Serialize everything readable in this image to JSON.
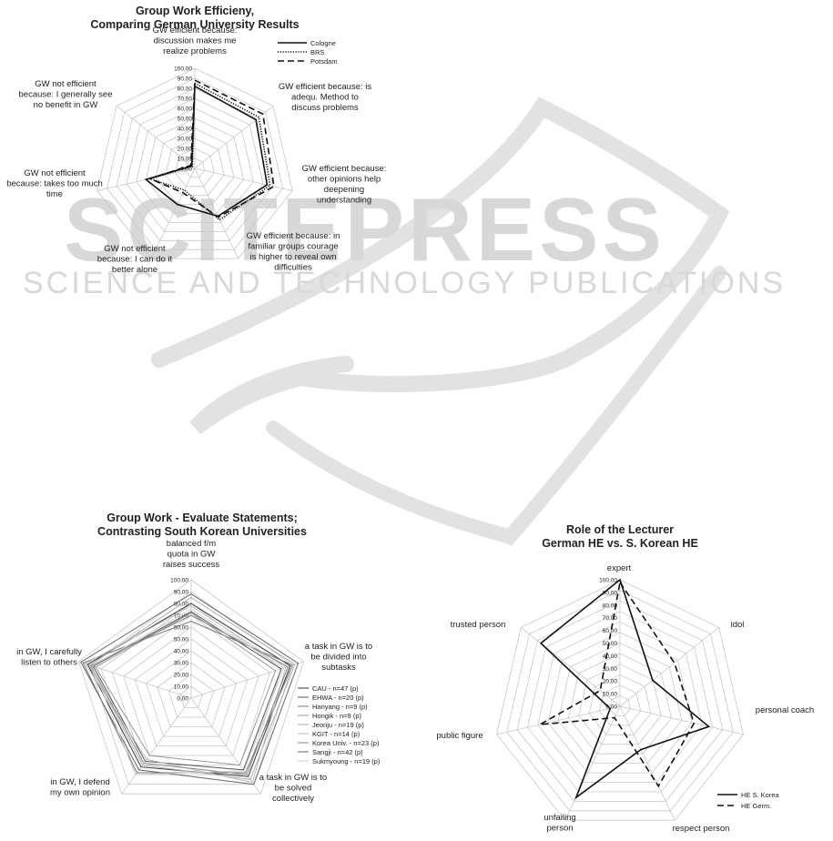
{
  "watermark": {
    "line1": "SCITEPRESS",
    "line2": "SCIENCE AND TECHNOLOGY PUBLICATIONS"
  },
  "chart_data": [
    {
      "type": "radar",
      "title": "Group Work Efficieny,",
      "subtitle": "Comparing German University Results",
      "axes": [
        [
          "GW efficient because:",
          "discussion makes me",
          "realize problems"
        ],
        [
          "GW efficient because: is",
          "adequ. Method to",
          "discuss problems"
        ],
        [
          "GW efficient because:",
          "other opinions help",
          "deepening",
          "understanding"
        ],
        [
          "GW efficient because: in",
          "familiar groups courage",
          "is higher to reveal own",
          "difficulties"
        ],
        [
          "GW not efficient",
          "because: I can do it",
          "better alone"
        ],
        [
          "GW not efficient",
          "because: takes too much",
          "time"
        ],
        [
          "GW not efficient",
          "because: I generally see",
          "no benefit in GW"
        ]
      ],
      "ticks": [
        "0,00",
        "10,00",
        "20,00",
        "30,00",
        "40,00",
        "50,00",
        "60,00",
        "70,00",
        "80,00",
        "90,00",
        "100,00"
      ],
      "range": [
        0,
        100
      ],
      "legend_position": "top-right",
      "series": [
        {
          "name": "Cologne",
          "style": "solid",
          "values": [
            82,
            78,
            74,
            53,
            40,
            50,
            4
          ]
        },
        {
          "name": "BRS",
          "style": "dotted",
          "values": [
            85,
            82,
            77,
            57,
            24,
            46,
            3
          ]
        },
        {
          "name": "Potsdam",
          "style": "dashed",
          "values": [
            88,
            87,
            81,
            54,
            27,
            46,
            5
          ]
        }
      ]
    },
    {
      "type": "radar",
      "title": "Group Work - Evaluate Statements;",
      "subtitle": "Contrasting South Korean Universities",
      "axes": [
        [
          "balanced f/m",
          "quota in GW",
          "raises success"
        ],
        [
          "a task in GW is to",
          "be divided into",
          "subtasks"
        ],
        [
          "a task in GW is to",
          "be solved",
          "collectively"
        ],
        [
          "in GW, I defend",
          "my own opinion"
        ],
        [
          "in GW, I carefully",
          "listen to others"
        ]
      ],
      "ticks": [
        "0,00",
        "10,00",
        "20,00",
        "30,00",
        "40,00",
        "50,00",
        "60,00",
        "70,00",
        "80,00",
        "90,00",
        "100,00"
      ],
      "range": [
        0,
        100
      ],
      "legend_position": "right",
      "series": [
        {
          "name": "CAU - n=47 (p)",
          "values": [
            80,
            88,
            82,
            72,
            92
          ]
        },
        {
          "name": "EHWA - n=20 (p)",
          "values": [
            73,
            80,
            75,
            66,
            87
          ]
        },
        {
          "name": "Hanyang - n=9 (p)",
          "values": [
            65,
            90,
            78,
            78,
            96
          ]
        },
        {
          "name": "Hongik - n=9 (p)",
          "values": [
            72,
            75,
            70,
            60,
            85
          ]
        },
        {
          "name": "Jeonju - n=19 (p)",
          "values": [
            85,
            92,
            85,
            70,
            90
          ]
        },
        {
          "name": "KGIT - n=14 (p)",
          "values": [
            78,
            84,
            88,
            64,
            94
          ]
        },
        {
          "name": "Korea Univ. - n=23 (p)",
          "values": [
            70,
            86,
            80,
            68,
            89
          ]
        },
        {
          "name": "Sangji - n=42 (p)",
          "values": [
            88,
            95,
            90,
            75,
            98
          ]
        },
        {
          "name": "Sukmyoung - n=19 (p)",
          "values": [
            75,
            82,
            76,
            80,
            88
          ]
        }
      ]
    },
    {
      "type": "radar",
      "title": "Role of the Lecturer",
      "subtitle": "German HE vs. S. Korean HE",
      "axes": [
        [
          "expert"
        ],
        [
          "idol"
        ],
        [
          "personal coach"
        ],
        [
          "respect person"
        ],
        [
          "unfailing",
          "person"
        ],
        [
          "public figure"
        ],
        [
          "trusted person"
        ]
      ],
      "ticks": [
        "0,00",
        "10,00",
        "20,00",
        "30,00",
        "40,00",
        "50,00",
        "60,00",
        "70,00",
        "80,00",
        "90,00",
        "100,00"
      ],
      "range": [
        0,
        100
      ],
      "legend_position": "bottom-right",
      "series": [
        {
          "name": "HE S. Korea",
          "style": "solid",
          "values": [
            100,
            33,
            72,
            38,
            80,
            8,
            80
          ]
        },
        {
          "name": "HE Germ.",
          "style": "dashed",
          "values": [
            98,
            55,
            60,
            70,
            10,
            65,
            20
          ]
        }
      ]
    }
  ]
}
